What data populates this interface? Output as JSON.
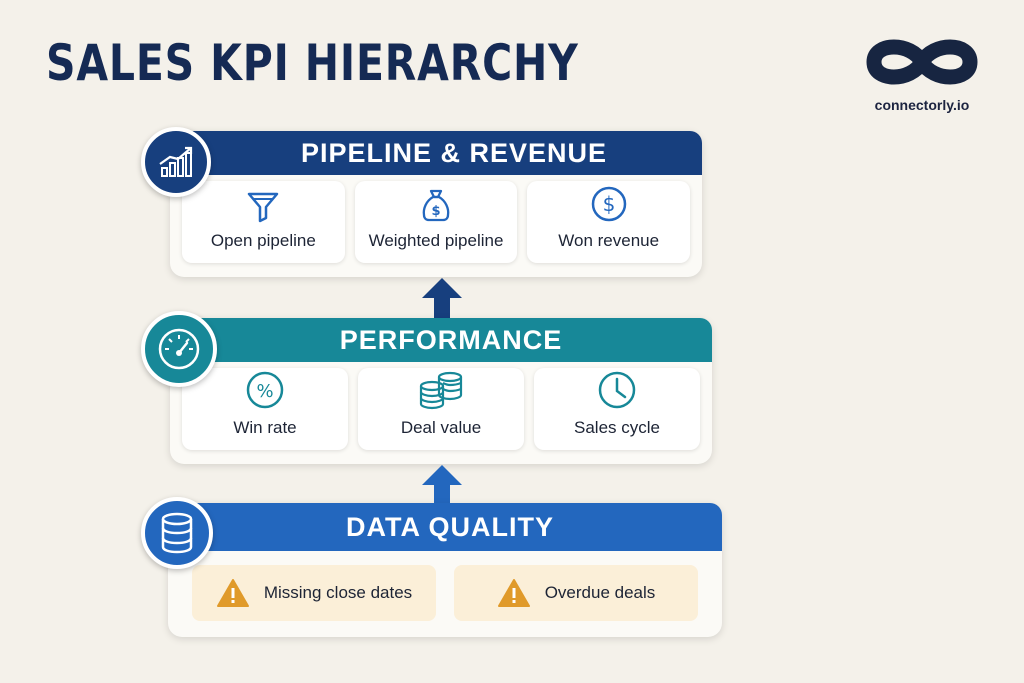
{
  "title": "SALES KPI HIERARCHY",
  "logo": {
    "text": "connectorly.io",
    "icon": "infinity-icon"
  },
  "colors": {
    "navy": "#173f7e",
    "teal": "#178898",
    "blue": "#2367be",
    "warning": "#e09a2a",
    "title": "#152a54"
  },
  "tiers": [
    {
      "title": "PIPELINE & REVENUE",
      "icon": "growth-chart-icon",
      "metrics": [
        {
          "label": "Open pipeline",
          "icon": "funnel-icon"
        },
        {
          "label": "Weighted pipeline",
          "icon": "money-bag-icon"
        },
        {
          "label": "Won revenue",
          "icon": "dollar-circle-icon"
        }
      ]
    },
    {
      "title": "PERFORMANCE",
      "icon": "gauge-icon",
      "metrics": [
        {
          "label": "Win rate",
          "icon": "percent-icon"
        },
        {
          "label": "Deal value",
          "icon": "coins-icon"
        },
        {
          "label": "Sales cycle",
          "icon": "clock-icon"
        }
      ]
    },
    {
      "title": "DATA QUALITY",
      "icon": "database-icon",
      "issues": [
        {
          "label": "Missing close dates",
          "icon": "warning-icon"
        },
        {
          "label": "Overdue deals",
          "icon": "warning-icon"
        }
      ]
    }
  ]
}
